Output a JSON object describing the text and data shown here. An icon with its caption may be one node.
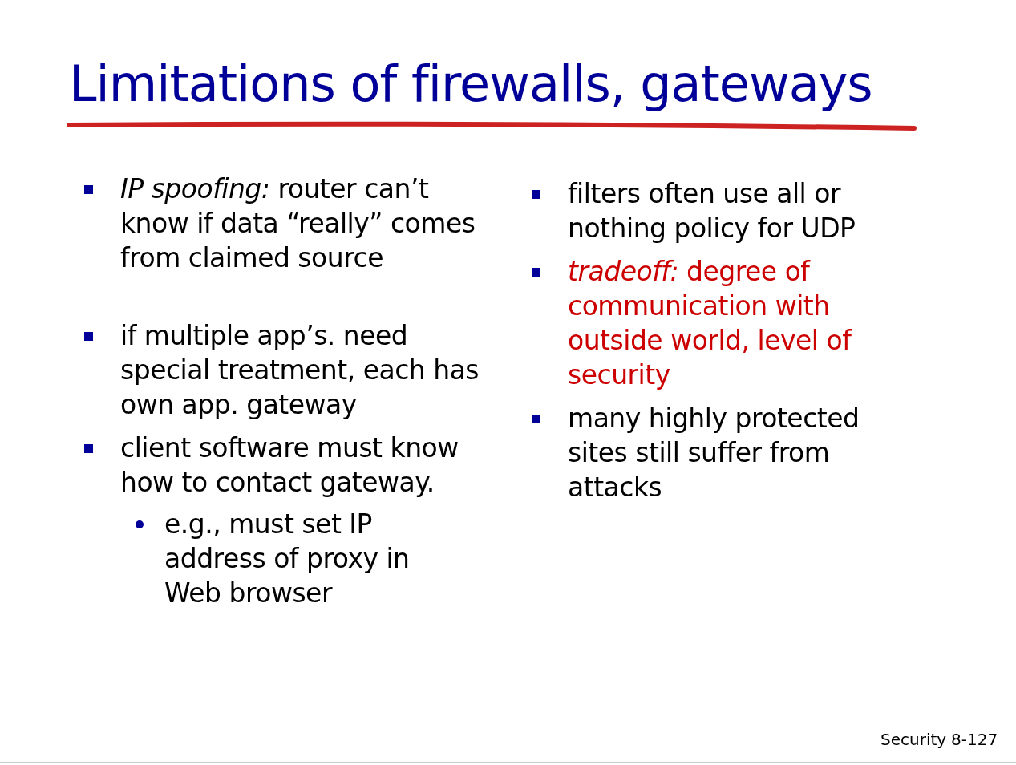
{
  "diagram": {
    "title": "Limitations of firewalls, gateways",
    "labels": [
      "*IP spoofing:* router can’t know if data “really” comes from claimed source",
      "if multiple app’s. need special treatment, each has own app. gateway",
      "client software must know how to contact gateway.",
      "e.g., must set IP address of proxy in Web browser",
      "filters often use all or nothing policy for UDP",
      "*tradeoff:*  degree of communication with outside world, level of security",
      "many highly protected sites still suffer from attacks",
      "Security",
      "8-127"
    ]
  }
}
